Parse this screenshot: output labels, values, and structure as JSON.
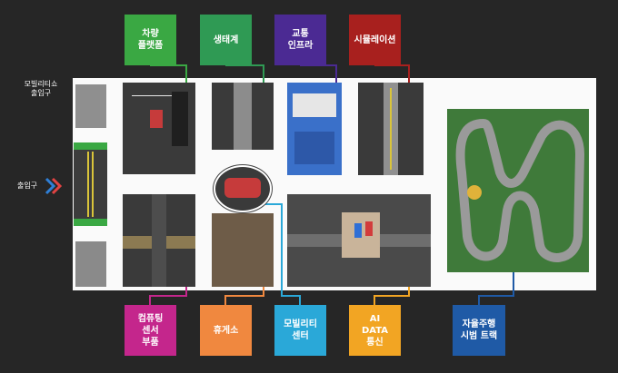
{
  "labels_top": [
    {
      "id": "vehicle-platform",
      "text": "차량\n플랫폼",
      "color": "#3aa843"
    },
    {
      "id": "ecosystem",
      "text": "생태계",
      "color": "#2f9a54"
    },
    {
      "id": "traffic-infra",
      "text": "교통\n인프라",
      "color": "#4b2a93"
    },
    {
      "id": "simulation",
      "text": "시뮬레이션",
      "color": "#a8201e"
    }
  ],
  "labels_bottom": [
    {
      "id": "computing-sensor",
      "text": "컴퓨팅\n센서\n부품",
      "color": "#c4268c"
    },
    {
      "id": "rest-area",
      "text": "휴게소",
      "color": "#f0883f"
    },
    {
      "id": "mobility-center",
      "text": "모빌리티\n센터",
      "color": "#2aa8d8"
    },
    {
      "id": "ai-data",
      "text": "AI\nDATA\n통신",
      "color": "#f2a523"
    },
    {
      "id": "test-track",
      "text": "자율주행\n시범 트랙",
      "color": "#1f5aa6"
    }
  ],
  "side": {
    "mobility_show_entrance": "모빌리티쇼\n출입구",
    "entrance": "출입구"
  },
  "colors": {
    "background": "#262626",
    "floor": "#fafafa",
    "entrance_arrow_blue": "#2f7fd6",
    "entrance_arrow_red": "#e04343"
  }
}
